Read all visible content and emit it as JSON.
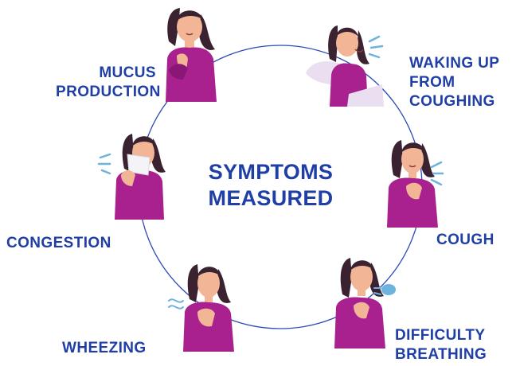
{
  "title": {
    "line1": "SYMPTOMS",
    "line2": "MEASURED"
  },
  "symptoms": [
    {
      "line1": "MUCUS",
      "line2": "PRODUCTION",
      "icon": "woman-holding-throat-icon"
    },
    {
      "line1": "WAKING UP",
      "line2": "FROM",
      "line3": "COUGHING",
      "icon": "woman-waking-in-bed-icon"
    },
    {
      "line1": "COUGH",
      "icon": "woman-coughing-icon"
    },
    {
      "line1": "DIFFICULTY",
      "line2": "BREATHING",
      "icon": "woman-short-of-breath-icon"
    },
    {
      "line1": "WHEEZING",
      "icon": "woman-wheezing-icon"
    },
    {
      "line1": "CONGESTION",
      "icon": "woman-sneezing-tissue-icon"
    }
  ],
  "colors": {
    "text": "#1f3fa6",
    "ring": "#2b4bb8",
    "shirt": "#a8218f",
    "shirt_shadow": "#8a1675",
    "skin": "#f2b596",
    "hair": "#3b2230",
    "pillow": "#eadff0",
    "accent": "#6cb3dd"
  }
}
